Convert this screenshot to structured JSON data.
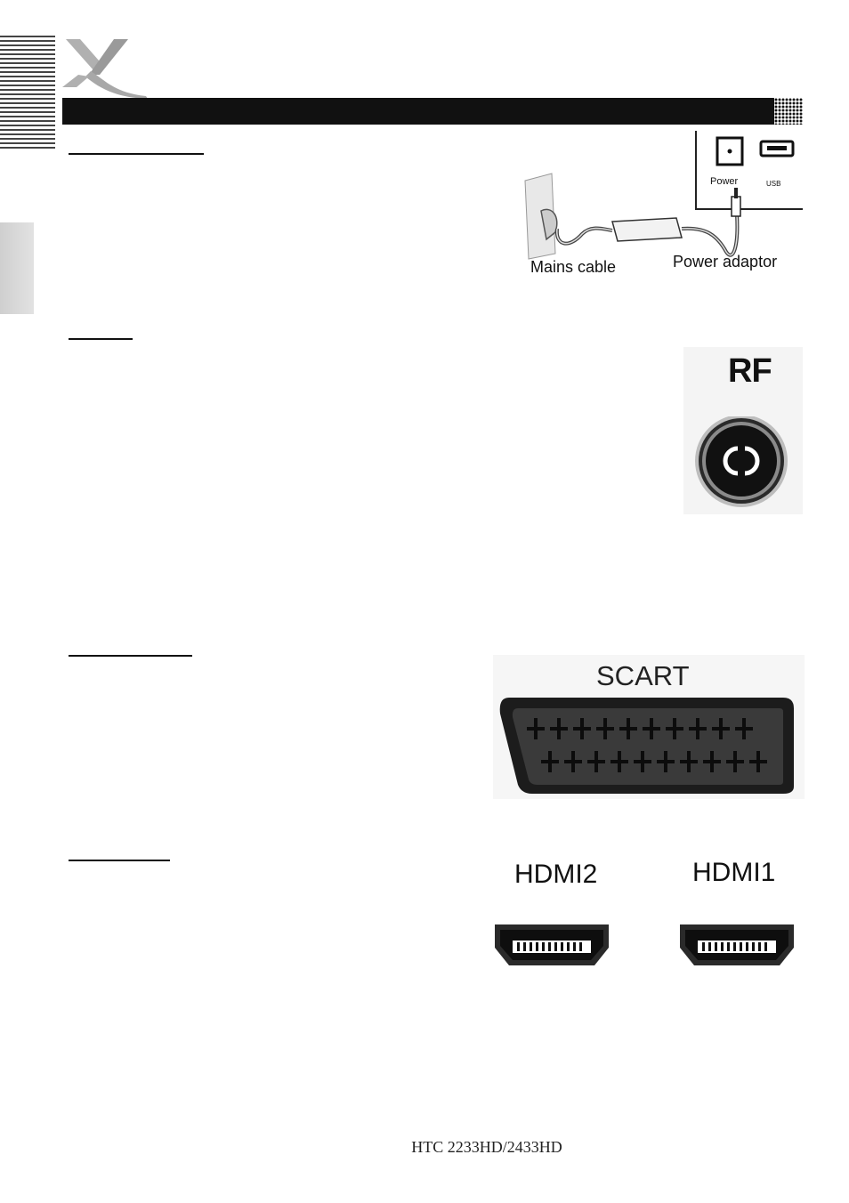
{
  "power_figure": {
    "socket_power_label": "Power",
    "socket_usb_label": "USB",
    "mains_label": "Mains cable",
    "adaptor_label": "Power adaptor"
  },
  "rf_figure": {
    "label": "RF"
  },
  "scart_figure": {
    "label": "SCART"
  },
  "hdmi_figure": {
    "label_left": "HDMI2",
    "label_right": "HDMI1"
  },
  "footer": {
    "model": "HTC 2233HD/2433HD"
  }
}
